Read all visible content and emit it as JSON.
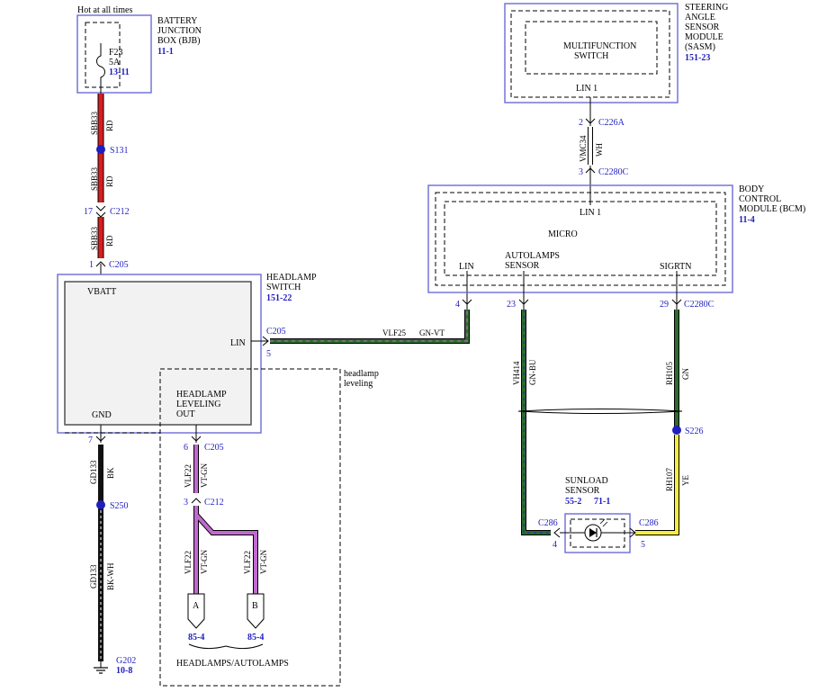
{
  "colors": {
    "red": "#d81e1e",
    "black": "#111111",
    "green": "#2e6b2e",
    "violet": "#c06ad0",
    "yellow": "#f4ee3a",
    "white": "#ffffff",
    "blue_ref": "#1f1fbf",
    "module_border": "#6b6bd6"
  },
  "top_note": "Hot at all times",
  "bjb": {
    "line1": "BATTERY",
    "line2": "JUNCTION",
    "line3": "BOX (BJB)",
    "ref": "11-1",
    "fuse_name": "F23",
    "fuse_rating": "5A",
    "fuse_ref": "13-11"
  },
  "sasm": {
    "line1": "STEERING",
    "line2": "ANGLE",
    "line3": "SENSOR",
    "line4": "MODULE",
    "line5": "(SASM)",
    "ref": "151-23",
    "inner1": "MULTIFUNCTION",
    "inner2": "SWITCH",
    "pin": "LIN 1"
  },
  "bcm": {
    "line1": "BODY",
    "line2": "CONTROL",
    "line3": "MODULE (BCM)",
    "ref": "11-4",
    "lin1": "LIN 1",
    "micro": "MICRO",
    "lin": "LIN",
    "autolamps1": "AUTOLAMPS",
    "autolamps2": "SENSOR",
    "sigrtn": "SIGRTN"
  },
  "headlamp_switch": {
    "line1": "HEADLAMP",
    "line2": "SWITCH",
    "ref": "151-22",
    "vbatt": "VBATT",
    "lin": "LIN",
    "gnd": "GND",
    "hl1": "HEADLAMP",
    "hl2": "LEVELING",
    "hl3": "OUT"
  },
  "leveling": {
    "line1": "headlamp",
    "line2": "leveling"
  },
  "sunload": {
    "line1": "SUNLOAD",
    "line2": "SENSOR",
    "ref1": "55-2",
    "ref2": "71-1"
  },
  "circuits": {
    "sbb33": "SBB33",
    "rd": "RD",
    "vmc34": "VMC34",
    "wh": "WH",
    "vlf25": "VLF25",
    "gn_vt": "GN-VT",
    "vlf22": "VLF22",
    "vt_gn": "VT-GN",
    "gd133": "GD133",
    "bk": "BK",
    "bk_wh": "BK-WH",
    "vh414": "VH414",
    "gn_bu": "GN-BU",
    "rh105": "RH105",
    "gn": "GN",
    "rh107": "RH107",
    "ye": "YE"
  },
  "connectors": {
    "s131": "S131",
    "c212": "C212",
    "c205": "C205",
    "c226a": "C226A",
    "c2280c": "C2280C",
    "s250": "S250",
    "g202": "G202",
    "g202_ref": "10-8",
    "s226": "S226",
    "c286": "C286"
  },
  "pins": {
    "p17": "17",
    "p1": "1",
    "p2": "2",
    "p3": "3",
    "p4": "4",
    "p23": "23",
    "p29": "29",
    "p5": "5",
    "p7": "7",
    "p6": "6"
  },
  "destinations": {
    "a": "A",
    "b": "B",
    "a_ref": "85-4",
    "b_ref": "85-4",
    "label": "HEADLAMPS/AUTOLAMPS"
  }
}
